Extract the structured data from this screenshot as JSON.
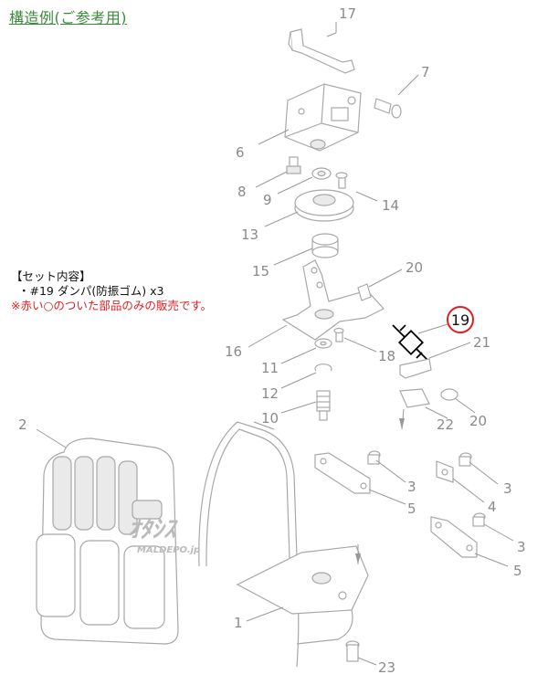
{
  "title": "構造例(ご参考用)",
  "set_contents": {
    "heading": "【セット内容】",
    "item": "・#19 ダンパ(防振ゴム) x3",
    "note": "※赤い○のついた部品のみの販売です。"
  },
  "callouts": [
    "17",
    "7",
    "6",
    "8",
    "9",
    "14",
    "13",
    "15",
    "20",
    "16",
    "11",
    "18",
    "12",
    "10",
    "19",
    "21",
    "22",
    "20",
    "2",
    "3",
    "3",
    "4",
    "5",
    "3",
    "5",
    "1",
    "23"
  ],
  "highlighted_part": "19",
  "watermark": {
    "main": "ｵﾀｼｽ",
    "sub": "MALDEPO.jp"
  },
  "colors": {
    "title": "#3a8a3a",
    "note": "#e02020",
    "highlight_circle": "#e02020",
    "callout": "#8a8a8a"
  }
}
